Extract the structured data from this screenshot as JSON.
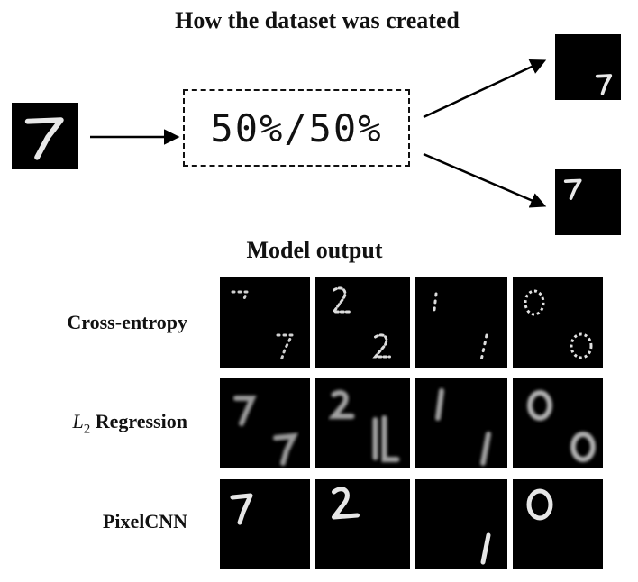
{
  "header": {
    "title": "How the dataset was created"
  },
  "split": {
    "label": "50%/50%"
  },
  "model": {
    "title": "Model output"
  },
  "rows": [
    {
      "label": "Cross-entropy"
    },
    {
      "label_sym": "L",
      "label_sub": "2",
      "label_rest": " Regression"
    },
    {
      "label": "PixelCNN"
    }
  ],
  "digits": {
    "input": "7",
    "columns": [
      "7",
      "2",
      "1",
      "0"
    ]
  }
}
